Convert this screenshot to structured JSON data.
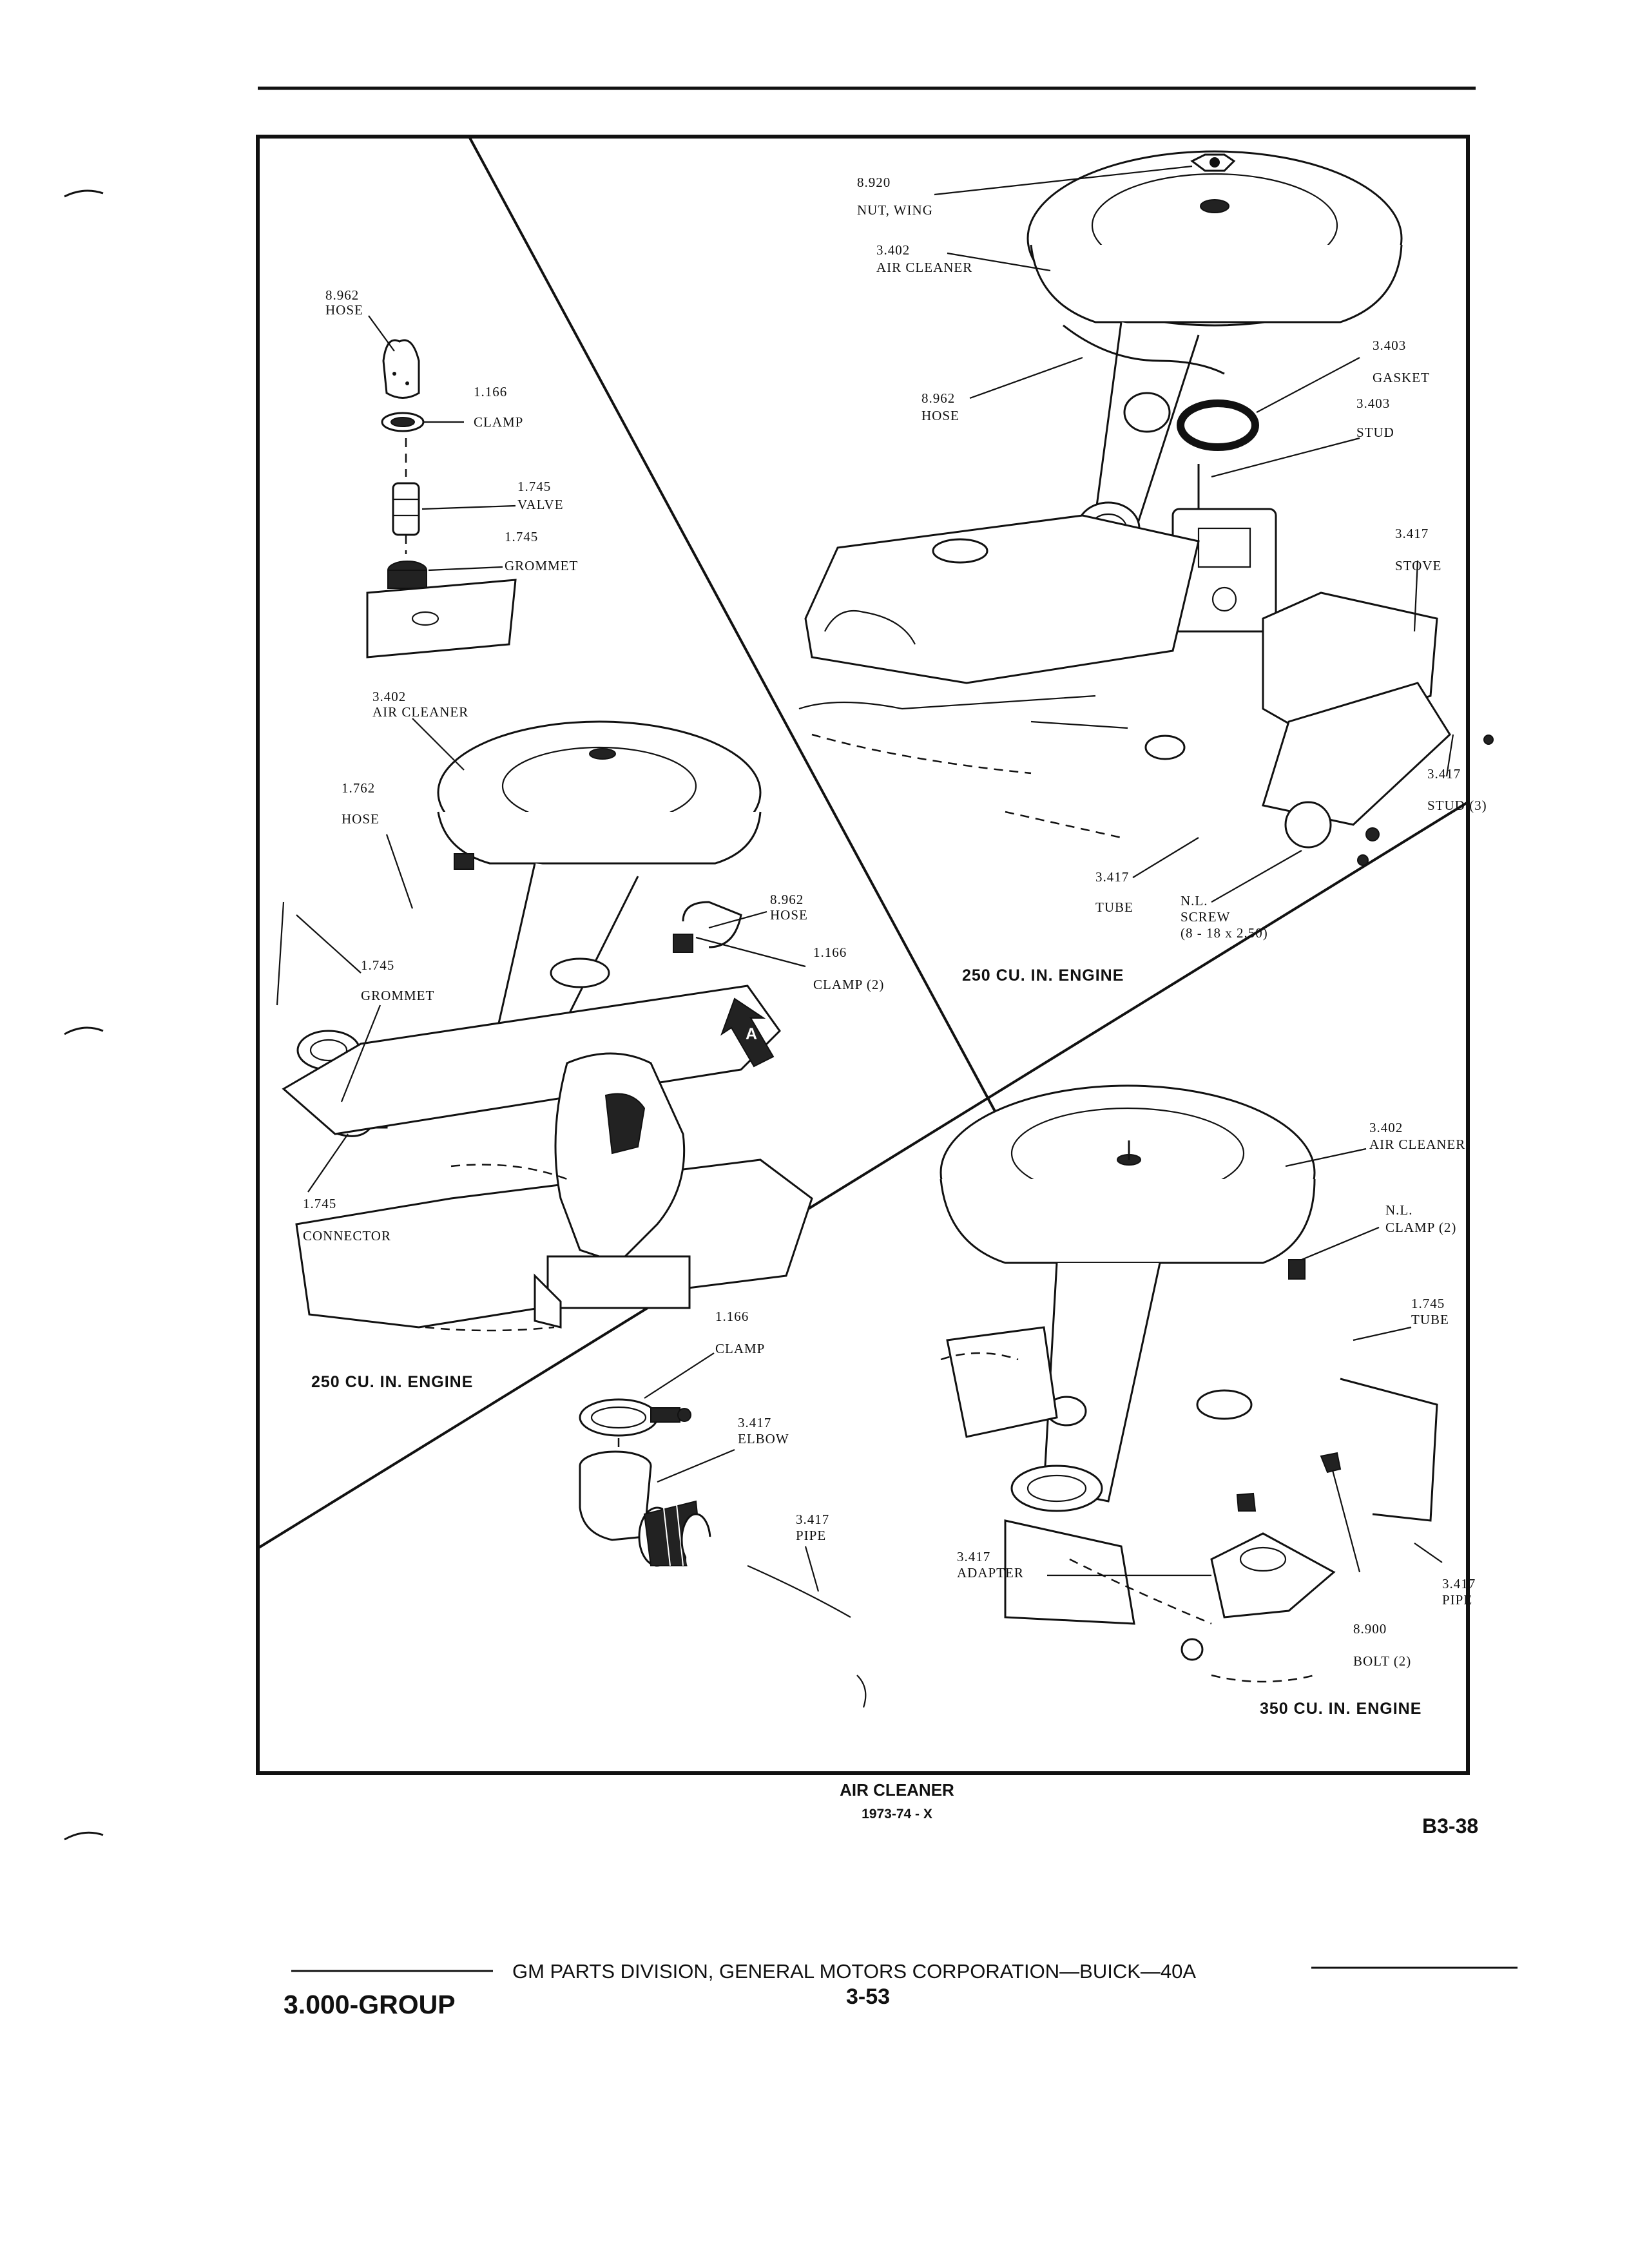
{
  "panel_top_right": {
    "labels": {
      "nut_code": "8.920",
      "nut_name": "NUT, WING",
      "cleaner_code": "3.402",
      "cleaner_name": "AIR CLEANER",
      "gasket_code": "3.403",
      "gasket_name": "GASKET",
      "stud_code": "3.403",
      "stud_name": "STUD",
      "hose_code": "8.962",
      "hose_name": "HOSE",
      "stove_code": "3.417",
      "stove_name": "STOVE",
      "stud3_code": "3.417",
      "stud3_name": "STUD (3)",
      "tube_code": "3.417",
      "tube_name": "TUBE",
      "screw_code": "N.L.",
      "screw_name": "SCREW",
      "screw_spec": "(8 - 18 x 2.50)"
    },
    "engine": "250 CU. IN. ENGINE"
  },
  "panel_left": {
    "labels": {
      "hose_top_code": "8.962",
      "hose_top_name": "HOSE",
      "clamp_code": "1.166",
      "clamp_name": "CLAMP",
      "valve_code": "1.745",
      "valve_name": "VALVE",
      "grommet_top_code": "1.745",
      "grommet_top_name": "GROMMET",
      "cleaner_code": "3.402",
      "cleaner_name": "AIR CLEANER",
      "hose_big_code": "1.762",
      "hose_big_name": "HOSE",
      "grommet_code": "1.745",
      "grommet_name": "GROMMET",
      "hose_right_code": "8.962",
      "hose_right_name": "HOSE",
      "clamp2_code": "1.166",
      "clamp2_name": "CLAMP (2)",
      "connector_code": "1.745",
      "connector_name": "CONNECTOR"
    },
    "arrow_letter": "A",
    "engine": "250 CU. IN. ENGINE"
  },
  "panel_bottom_left": {
    "labels": {
      "clamp_code": "1.166",
      "clamp_name": "CLAMP",
      "elbow_code": "3.417",
      "elbow_name": "ELBOW",
      "pipe_code": "3.417",
      "pipe_name": "PIPE"
    }
  },
  "panel_bottom_right": {
    "labels": {
      "cleaner_code": "3.402",
      "cleaner_name": "AIR CLEANER",
      "clamp_code": "N.L.",
      "clamp_name": "CLAMP (2)",
      "tube_code": "1.745",
      "tube_name": "TUBE",
      "adapter_code": "3.417",
      "adapter_name": "ADAPTER",
      "pipe_code": "3.417",
      "pipe_name": "PIPE",
      "bolt_code": "8.900",
      "bolt_name": "BOLT (2)"
    },
    "engine": "350 CU. IN. ENGINE"
  },
  "caption": {
    "title": "AIR CLEANER",
    "subtitle": "1973-74 - X",
    "page_ref": "B3-38"
  },
  "footer": {
    "company": "GM PARTS DIVISION, GENERAL MOTORS CORPORATION—BUICK—40A",
    "group": "3.000-GROUP",
    "page": "3-53"
  }
}
